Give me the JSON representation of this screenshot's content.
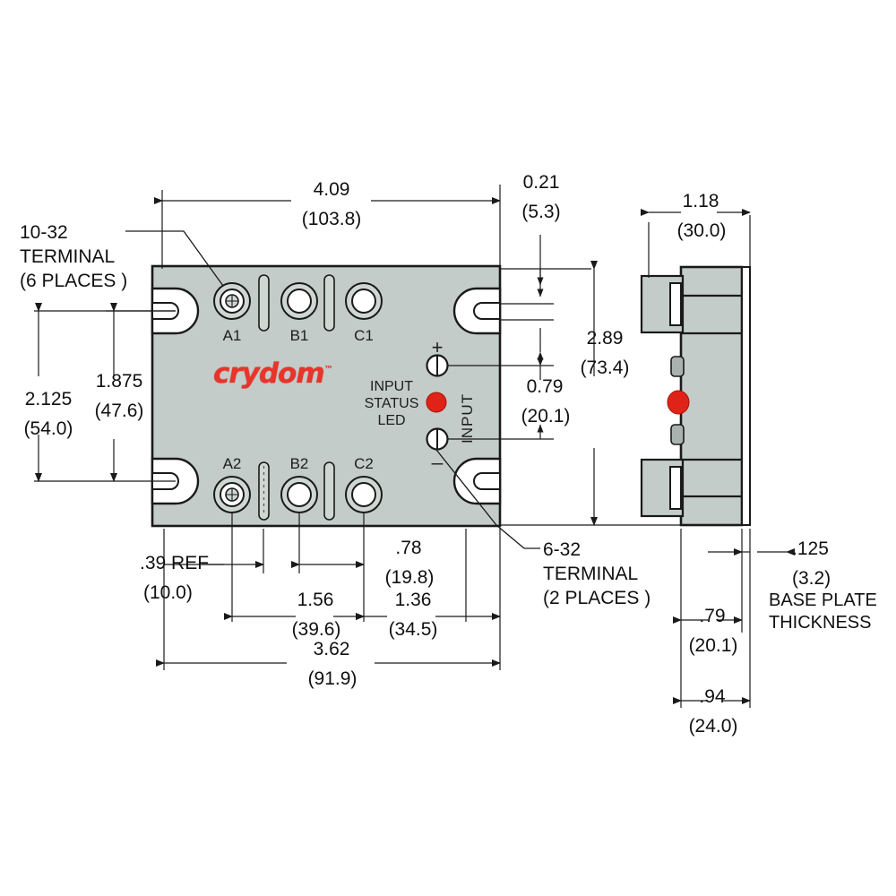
{
  "drawing": {
    "title": "Crydom Solid State Relay Outline Dimensions",
    "brand": "crydom",
    "brand_tm": "™",
    "brand_color": "#e8342a",
    "body_color": "#c3ccc8",
    "led_color": "#e02318",
    "line_color": "#1a1a1a"
  },
  "notes": {
    "terminal_1032": "10-32\nTERMINAL\n(6 PLACES )",
    "terminal_632": "6-32\nTERMINAL\n(2 PLACES )",
    "base_plate": "BASE PLATE\nTHICKNESS"
  },
  "body_labels": {
    "a1": "A1",
    "b1": "B1",
    "c1": "C1",
    "a2": "A2",
    "b2": "B2",
    "c2": "C2",
    "plus": "+",
    "minus": "_",
    "input_vertical": "INPUT",
    "input_status_led": "INPUT\nSTATUS\nLED"
  },
  "dimensions": {
    "top_width": {
      "inch": "4.09",
      "mm": "(103.8)"
    },
    "slot_offset": {
      "inch": "0.21",
      "mm": "(5.3)"
    },
    "side_width": {
      "inch": "1.18",
      "mm": "(30.0)"
    },
    "overall_height": {
      "inch": "2.125",
      "mm": "(54.0)"
    },
    "hole_spacing_v": {
      "inch": "1.875",
      "mm": "(47.6)"
    },
    "body_height": {
      "inch": "2.89",
      "mm": "(73.4)"
    },
    "input_spacing": {
      "inch": "0.79",
      "mm": "(20.1)"
    },
    "edge_ref": {
      "inch": ".39 REF",
      "mm": "(10.0)"
    },
    "term_c_offset": {
      "inch": ".78",
      "mm": "(19.8)"
    },
    "term_a_to_b": {
      "inch": "1.56",
      "mm": "(39.6)"
    },
    "term_b_to_c": {
      "inch": "1.36",
      "mm": "(34.5)"
    },
    "mount_span": {
      "inch": "3.62",
      "mm": "(91.9)"
    },
    "base_thickness": {
      "inch": ".125",
      "mm": "(3.2)"
    },
    "side_depth_a": {
      "inch": ".79",
      "mm": "(20.1)"
    },
    "side_depth_b": {
      "inch": ".94",
      "mm": "(24.0)"
    }
  }
}
